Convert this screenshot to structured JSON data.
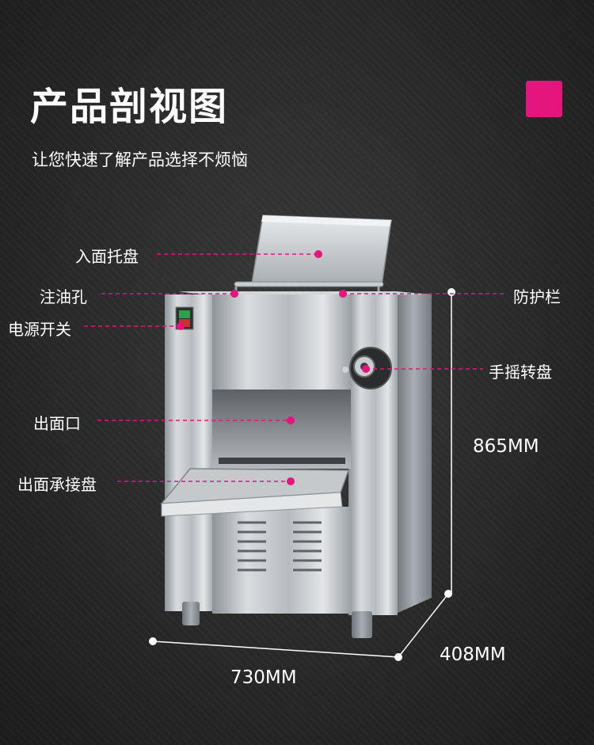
{
  "header": {
    "title": "产品剖视图",
    "subtitle": "让您快速了解产品选择不烦恼",
    "accent_color": "#e4157d"
  },
  "callouts": [
    {
      "id": "feed-tray",
      "label": "入面托盘"
    },
    {
      "id": "oil-hole",
      "label": "注油孔"
    },
    {
      "id": "power-switch",
      "label": "电源开关"
    },
    {
      "id": "outlet",
      "label": "出面口"
    },
    {
      "id": "receiving-tray",
      "label": "出面承接盘"
    },
    {
      "id": "guard-rail",
      "label": "防护栏"
    },
    {
      "id": "hand-wheel",
      "label": "手摇转盘"
    }
  ],
  "dimensions": {
    "height": "865MM",
    "depth": "408MM",
    "width": "730MM"
  }
}
